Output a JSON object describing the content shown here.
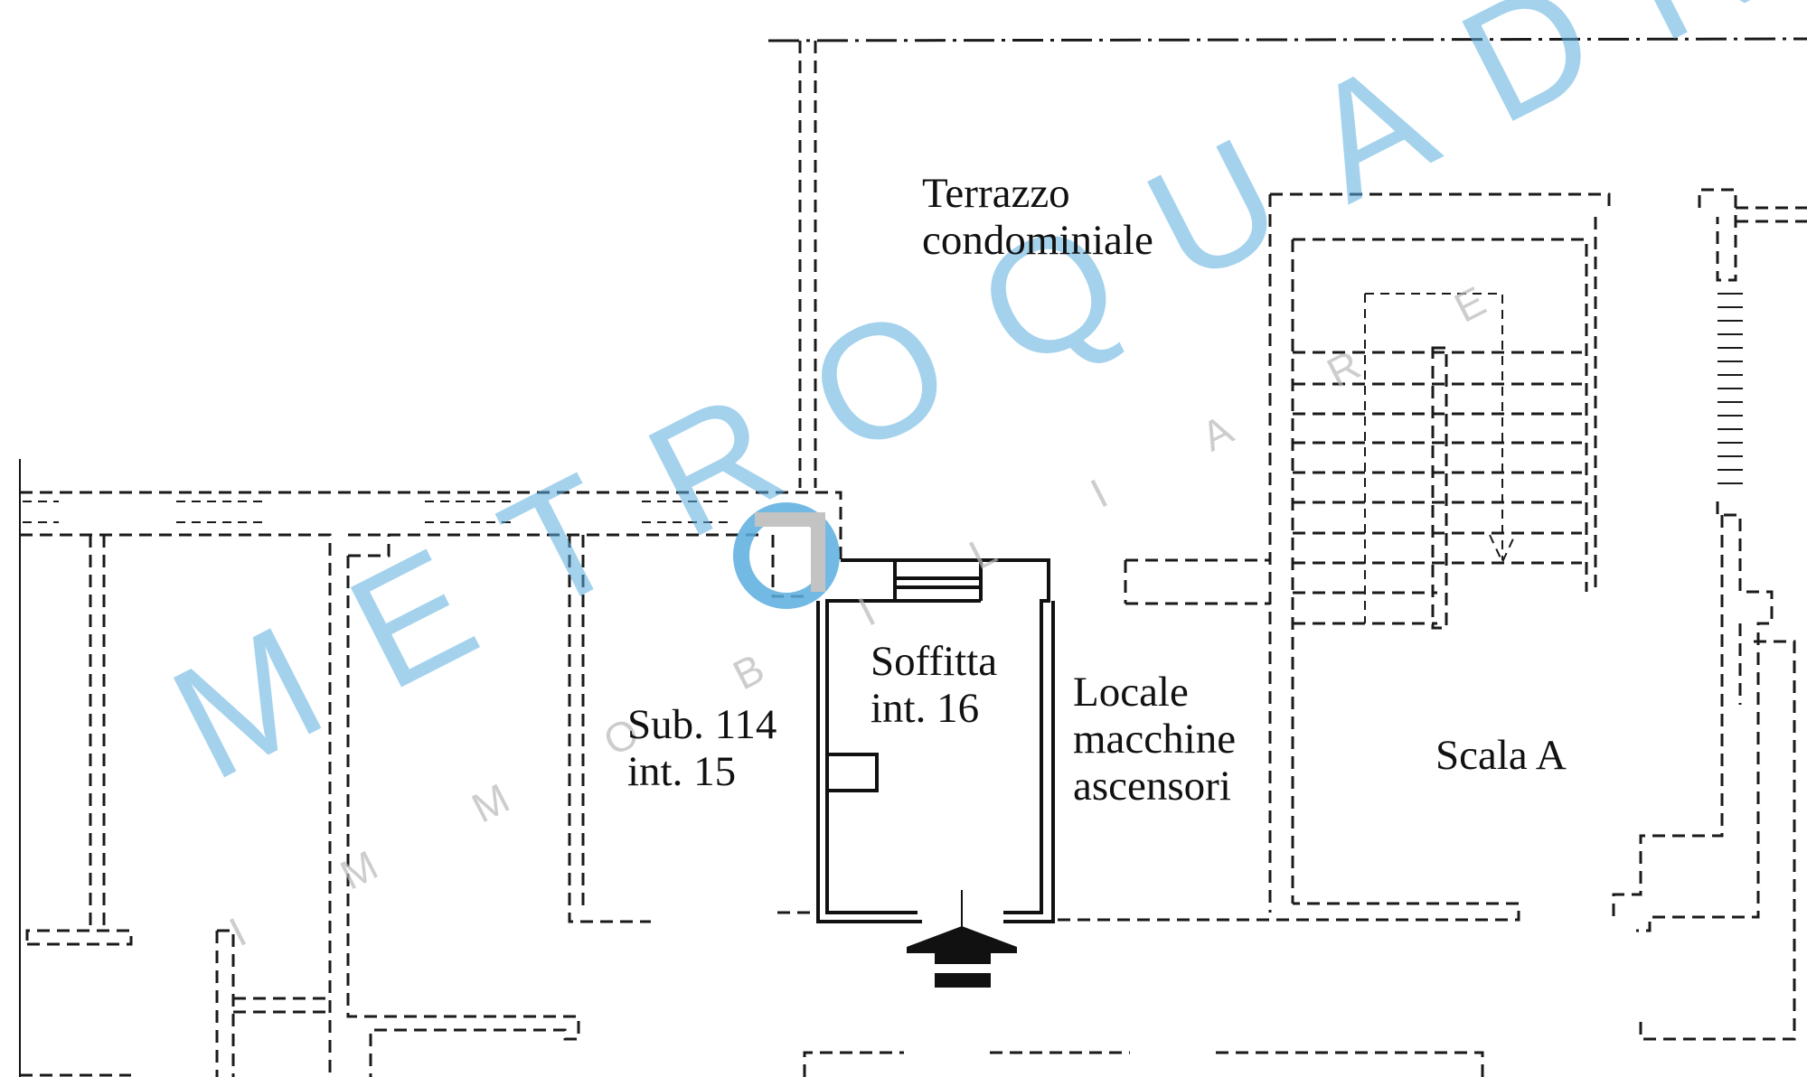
{
  "rooms": {
    "terrazzo": "Terrazzo\ncondominiale",
    "soffitta": "Soffitta\nint. 16",
    "sub114": "Sub. 114\nint. 15",
    "locale": "Locale\nmacchine\nascensori",
    "scala": "Scala A"
  },
  "watermark": {
    "brand": "METROQUADRO",
    "tagline": "IMMOBILIARE",
    "colors": {
      "blue": "#5aaee0",
      "gray": "#b9b9b9"
    }
  },
  "colors": {
    "ink": "#111111"
  }
}
